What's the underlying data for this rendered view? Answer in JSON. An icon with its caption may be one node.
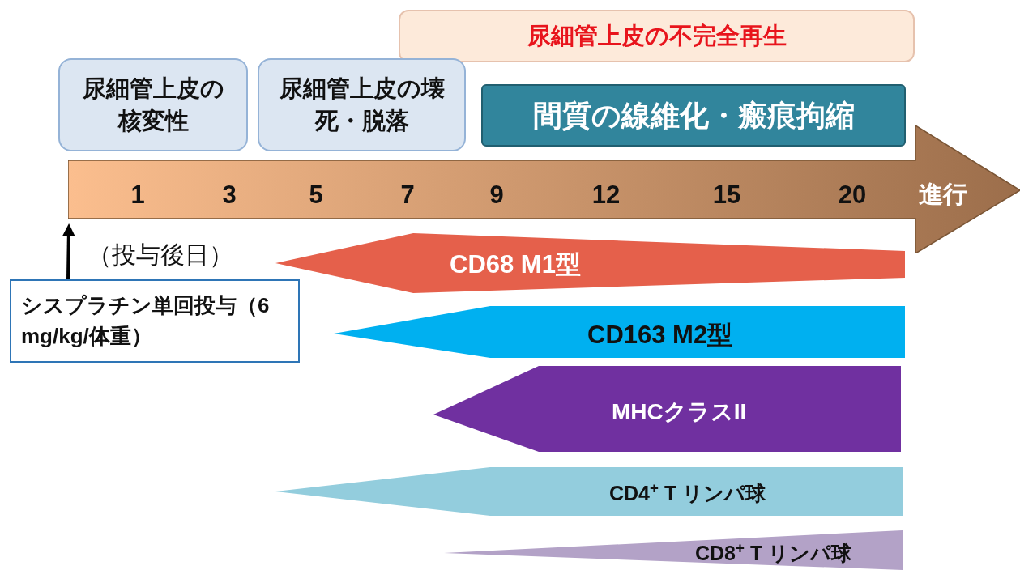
{
  "diagram": {
    "nodes": [
      {
        "text": [
          "尿細管上皮の不完全再生"
        ]
      },
      {
        "text": [
          "尿細管上皮の核変性"
        ]
      },
      {
        "text": [
          "尿細管上皮の壊死・脱落"
        ]
      },
      {
        "text": [
          "間質の線維化・瘢痕拘縮"
        ]
      },
      {
        "text": [
          "進行"
        ]
      },
      {
        "text": [
          "シスプラチン単回投与（6 mg/kg/体重）"
        ]
      },
      {
        "text": [
          "CD68 M1型"
        ]
      },
      {
        "text": [
          "CD163 M2型"
        ]
      },
      {
        "text": [
          "MHCクラスII"
        ]
      },
      {
        "text": [
          "CD4$^{+}$ T リンパ球"
        ]
      },
      {
        "text": [
          "CD8$^{+}$ T リンパ球"
        ]
      }
    ],
    "edges": [
      {
        "from": 5,
        "to": 4,
        "arrow": "to"
      }
    ],
    "labels": [
      "1",
      "3",
      "5",
      "7",
      "9",
      "12",
      "15",
      "20",
      "（投与後日）"
    ]
  }
}
